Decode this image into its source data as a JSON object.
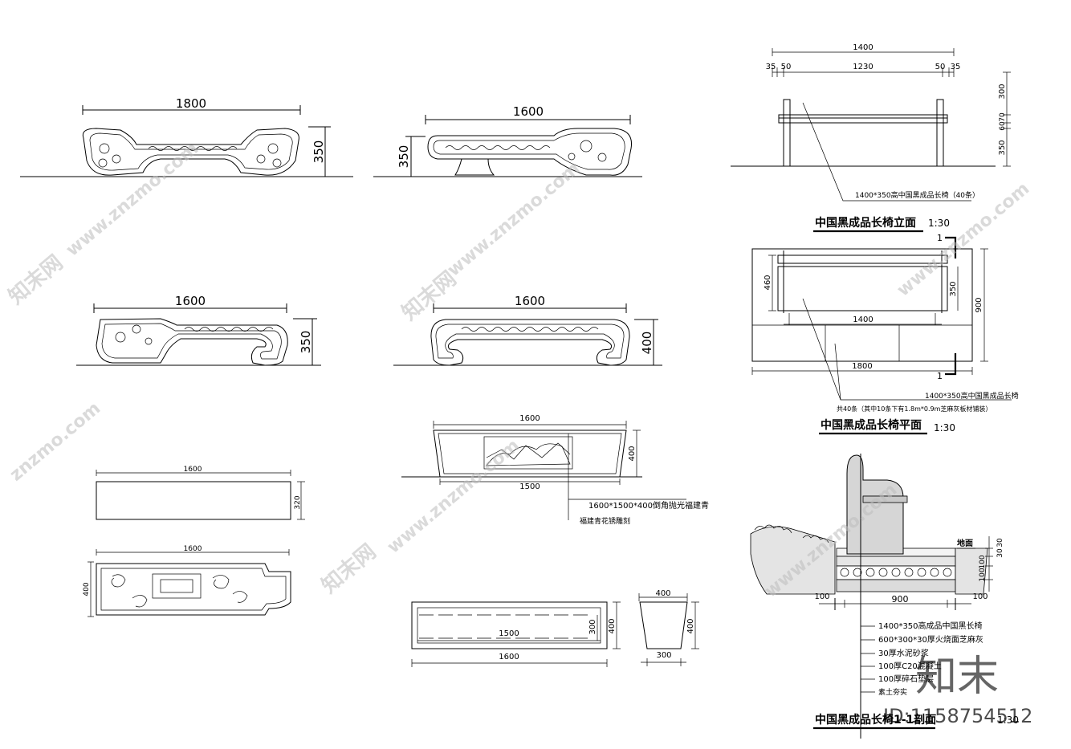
{
  "drawing": {
    "d1": {
      "width": "1800",
      "height": "350"
    },
    "d2": {
      "width": "1600",
      "height": "350"
    },
    "d3": {
      "width": "1600",
      "height": "350"
    },
    "d4": {
      "width": "1600",
      "height": "400"
    },
    "d5": {
      "width": "1600",
      "depth": "320"
    },
    "d6": {
      "width": "1600",
      "depth": "400"
    },
    "d7": {
      "top_width": "1600",
      "bottom_width": "1500",
      "height": "400",
      "leader1": "1600*1500*400倒角抛光福建青",
      "leader2": "福建青花锈雕刻"
    },
    "d8": {
      "outer": "1600",
      "inner": "1500",
      "h1": "400",
      "h2": "300"
    },
    "d9": {
      "top": "400",
      "bottom": "300",
      "height": "400"
    },
    "elevation": {
      "total": "1400",
      "seg_a": "35",
      "seg_b": "50",
      "seg_mid": "1230",
      "seg_c": "50",
      "seg_d": "35",
      "v1": "300",
      "v2": "70",
      "v3": "60",
      "v4": "350",
      "leader": "1400*350高中国黑成品长椅（40条）",
      "title": "中国黑成品长椅立面",
      "scale": "1:30"
    },
    "plan": {
      "section_mark": "1",
      "h460": "460",
      "h350": "350",
      "h900": "900",
      "w1400": "1400",
      "w1800": "1800",
      "leader1": "1400*350高中国黑成品长椅",
      "leader2": "共40条（其中10条下有1.8m*0.9m芝麻灰板材铺装）",
      "title": "中国黑成品长椅平面",
      "scale": "1:30"
    },
    "section": {
      "ground": "地面",
      "r1": "30",
      "r2": "30",
      "r3": "100",
      "r4": "100",
      "w_left": "100",
      "w_mid": "900",
      "w_right": "100",
      "notes": [
        "1400*350高成品中国黑长椅",
        "600*300*30厚火烧面芝麻灰",
        "30厚水泥砂浆",
        "100厚C20混凝土",
        "100厚碎石垫层",
        "素土夯实"
      ],
      "title": "中国黑成品长椅1-1剖面",
      "scale": "1:30"
    }
  },
  "watermark": {
    "brand": "知末",
    "id": "ID:1158754512",
    "site": "www.znzmo.com",
    "site_short": "znzmo.com",
    "cn": "知末网"
  }
}
